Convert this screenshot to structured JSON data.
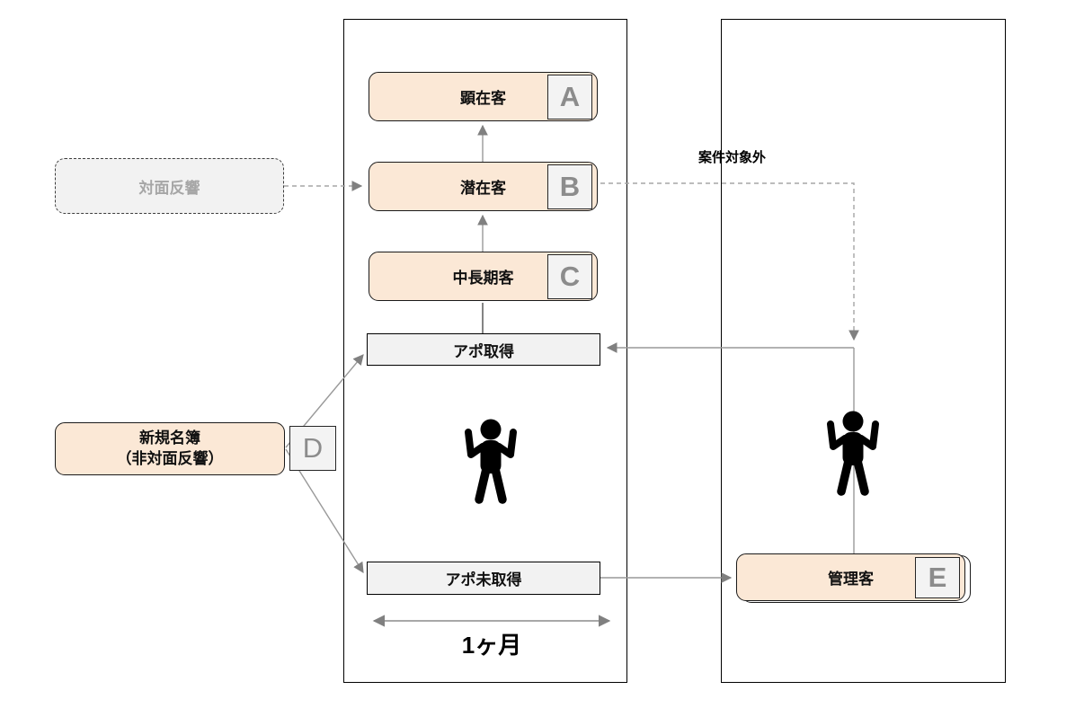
{
  "diagram": {
    "stages": [
      {
        "label": "顕在客",
        "badge": "A"
      },
      {
        "label": "潜在客",
        "badge": "B"
      },
      {
        "label": "中長期客",
        "badge": "C"
      }
    ],
    "process": {
      "appo_taken": "アポ取得",
      "appo_not_taken": "アポ未取得"
    },
    "sources": {
      "walk_in_label": "対面反響",
      "new_list_line1": "新規名簿",
      "new_list_line2": "（非対面反響）",
      "new_list_badge": "D"
    },
    "managed": {
      "label": "管理客",
      "badge": "E"
    },
    "annotations": {
      "out_of_scope": "案件対象外",
      "duration": "1ヶ月"
    },
    "icons": [
      "person-icon",
      "person-icon"
    ],
    "colors": {
      "stage_fill": "#FBE8D6",
      "process_fill": "#F2F2F2",
      "badge_fill": "#F3F3F3",
      "badge_text": "#8C8C8C",
      "connector": "#999999",
      "arrowhead": "#808080",
      "border": "#000000"
    }
  }
}
